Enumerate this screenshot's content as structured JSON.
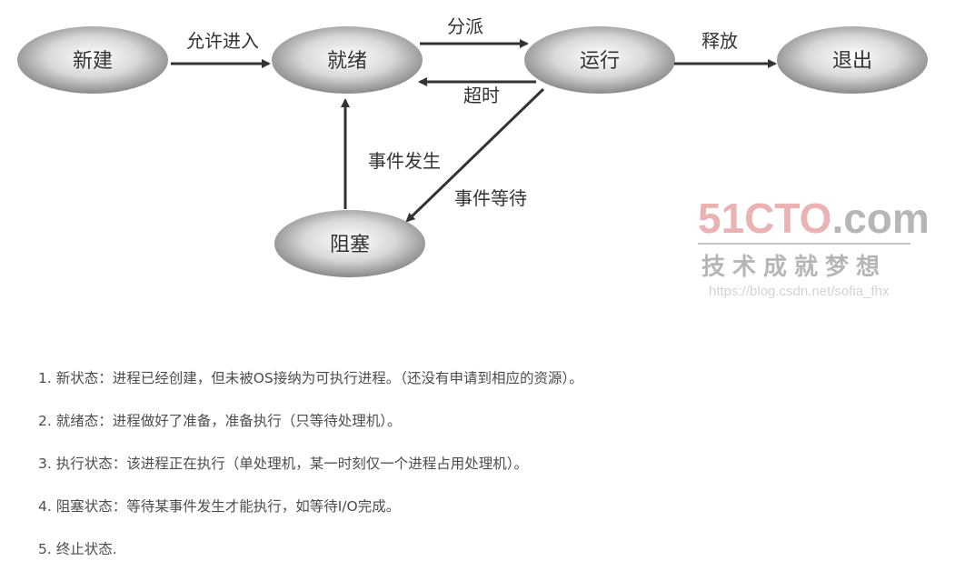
{
  "diagram": {
    "nodes": {
      "new": "新建",
      "ready": "就绪",
      "running": "运行",
      "exit": "退出",
      "blocked": "阻塞"
    },
    "edges": {
      "admit": "允许进入",
      "dispatch": "分派",
      "timeout": "超时",
      "release": "释放",
      "event_wait": "事件等待",
      "event_occurs": "事件发生"
    },
    "watermark": {
      "brand_red": "51CTO",
      "brand_gray": ".com",
      "slogan": "技术成就梦想",
      "url": "https://blog.csdn.net/sofia_fhx"
    }
  },
  "states_list": [
    "1. 新状态：进程已经创建，但未被OS接纳为可执行进程。（还没有申请到相应的资源）。",
    "2. 就绪态：进程做好了准备，准备执行（只等待处理机）。",
    "3. 执行状态：该进程正在执行（单处理机，某一时刻仅一个进程占用处理机）。",
    "4. 阻塞状态：等待某事件发生才能执行，如等待I/O完成。",
    "5. 终止状态."
  ]
}
